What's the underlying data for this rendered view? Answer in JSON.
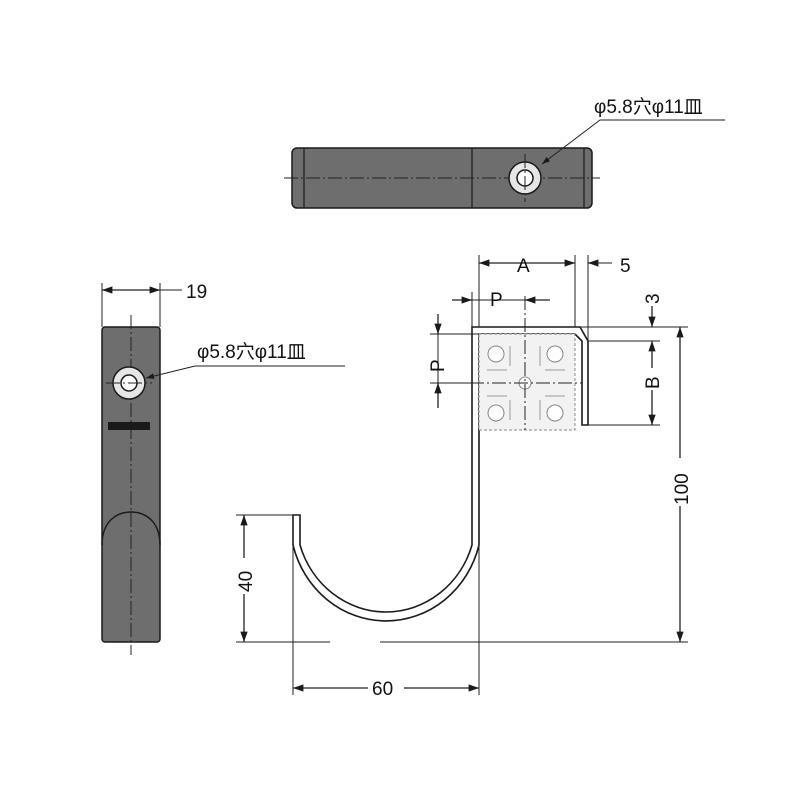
{
  "labels": {
    "hole_spec_top": "φ5.8穴φ11皿",
    "hole_spec_side": "φ5.8穴φ11皿",
    "width_19": "19",
    "dim_A": "A",
    "dim_5": "5",
    "dim_P_h": "P",
    "dim_P_v": "P",
    "dim_3": "3",
    "dim_B": "B",
    "dim_100": "100",
    "dim_40": "40",
    "dim_60": "60"
  },
  "colors": {
    "part_fill": "#6e6e6e",
    "line": "#1a1a1a",
    "background": "#ffffff",
    "profile_fill": "#f2f2f2"
  }
}
